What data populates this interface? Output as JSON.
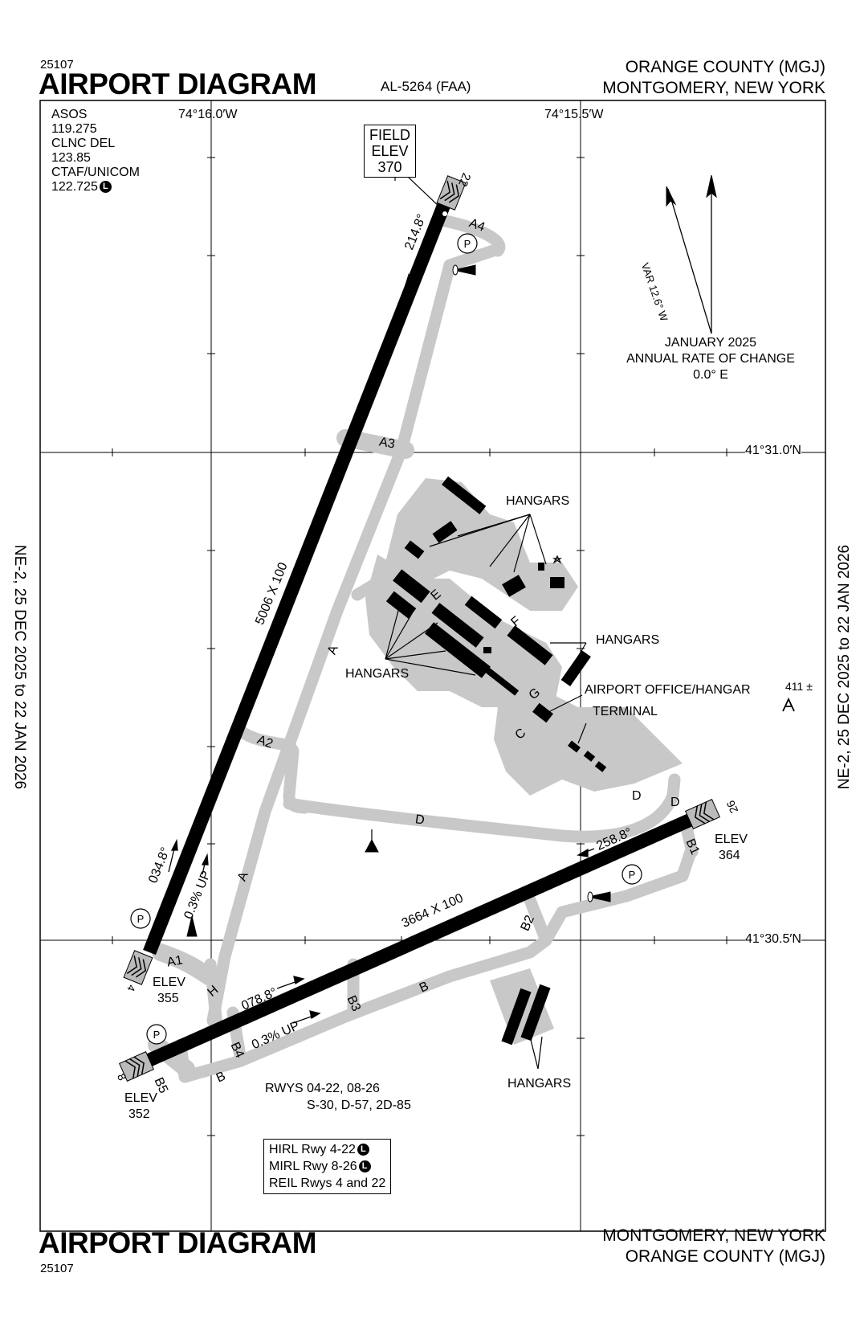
{
  "header": {
    "chart_id_top": "25107",
    "title_top": "AIRPORT DIAGRAM",
    "al_number": "AL-5264 (FAA)",
    "airport_name_top": "ORANGE COUNTY (MGJ)",
    "city_top": "MONTGOMERY, NEW YORK"
  },
  "footer": {
    "title_bottom": "AIRPORT DIAGRAM",
    "chart_id_bottom": "25107",
    "city_bottom": "MONTGOMERY, NEW YORK",
    "airport_name_bottom": "ORANGE COUNTY (MGJ)"
  },
  "side_labels": {
    "left": "NE-2,  25 DEC 2025  to  22 JAN 2026",
    "right": "NE-2,  25 DEC 2025  to  22 JAN 2026"
  },
  "frequencies": [
    "ASOS",
    "119.275",
    "CLNC DEL",
    "123.85",
    "CTAF/UNICOM",
    "122.725"
  ],
  "lighting_symbol": "L",
  "coordinates": {
    "lon_left": "74°16.0′W",
    "lon_right": "74°15.5′W",
    "lat_top": "41°31.0′N",
    "lat_bottom": "41°30.5′N"
  },
  "field_elev": {
    "line1": "FIELD",
    "line2": "ELEV",
    "value": "370"
  },
  "magnetic": {
    "variation": "VAR 12.6° W",
    "date": "JANUARY 2025",
    "rate_label": "ANNUAL RATE OF CHANGE",
    "rate_value": "0.0° E"
  },
  "runways": {
    "rwy4_22": {
      "dimensions": "5006 X 100",
      "end_4": "4",
      "end_22": "22",
      "heading_4": "034.8°",
      "heading_22": "214.8°",
      "gradient": "0.3% UP",
      "elev_label": "ELEV",
      "elev_4": "355"
    },
    "rwy8_26": {
      "dimensions": "3664 X 100",
      "end_8": "8",
      "end_26": "26",
      "heading_8": "078.8°",
      "heading_26": "258.8°",
      "gradient": "0.3% UP",
      "elev_label": "ELEV",
      "elev_8": "352",
      "elev_26": "364"
    },
    "strength": [
      "RWYS 04-22, 08-26",
      "S-30, D-57, 2D-85"
    ]
  },
  "taxiways": [
    "A",
    "A1",
    "A2",
    "A3",
    "A4",
    "B",
    "B1",
    "B2",
    "B3",
    "B4",
    "B5",
    "C",
    "D",
    "E",
    "F",
    "G",
    "H"
  ],
  "obstacle": "411 ±",
  "building_labels": {
    "hangars": "HANGARS",
    "airport_office": "AIRPORT OFFICE/HANGAR",
    "terminal": "TERMINAL"
  },
  "parking_symbol": "P",
  "lighting_notes": [
    "HIRL Rwy 4-22",
    "MIRL Rwy 8-26",
    "REIL Rwys 4 and 22"
  ],
  "colors": {
    "ink": "#000000",
    "taxiway_gray": "#c8c8c8",
    "paper": "#ffffff"
  }
}
